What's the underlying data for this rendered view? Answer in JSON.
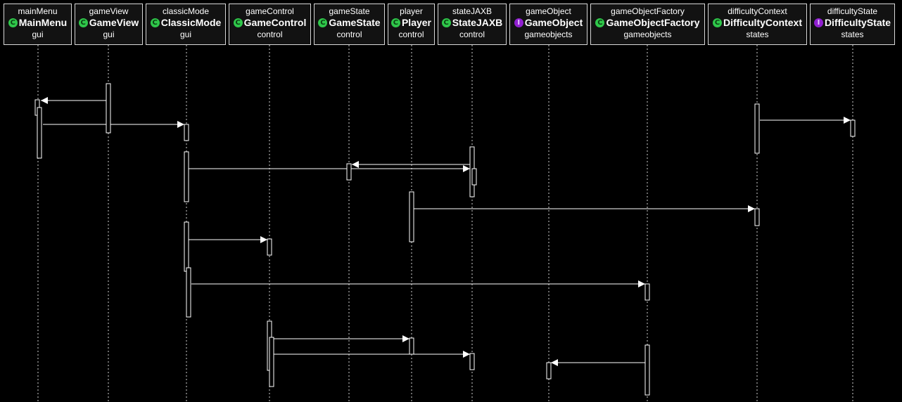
{
  "colors": {
    "background": "#000000",
    "line": "#ffffff",
    "class_badge": "#2fc74a",
    "interface_badge": "#9020d0"
  },
  "participants": [
    {
      "id": "mainMenu",
      "instance": "mainMenu",
      "class": "MainMenu",
      "package": "gui",
      "kind": "C",
      "kind_icon": "class-icon"
    },
    {
      "id": "gameView",
      "instance": "gameView",
      "class": "GameView",
      "package": "gui",
      "kind": "C",
      "kind_icon": "class-icon"
    },
    {
      "id": "classicMode",
      "instance": "classicMode",
      "class": "ClassicMode",
      "package": "gui",
      "kind": "C",
      "kind_icon": "class-icon"
    },
    {
      "id": "gameControl",
      "instance": "gameControl",
      "class": "GameControl",
      "package": "control",
      "kind": "C",
      "kind_icon": "class-icon"
    },
    {
      "id": "gameState",
      "instance": "gameState",
      "class": "GameState",
      "package": "control",
      "kind": "C",
      "kind_icon": "class-icon"
    },
    {
      "id": "player",
      "instance": "player",
      "class": "Player",
      "package": "control",
      "kind": "C",
      "kind_icon": "class-icon"
    },
    {
      "id": "stateJAXB",
      "instance": "stateJAXB",
      "class": "StateJAXB",
      "package": "control",
      "kind": "C",
      "kind_icon": "class-icon"
    },
    {
      "id": "gameObject",
      "instance": "gameObject",
      "class": "GameObject",
      "package": "gameobjects",
      "kind": "I",
      "kind_icon": "interface-icon"
    },
    {
      "id": "gameObjectFactory",
      "instance": "gameObjectFactory",
      "class": "GameObjectFactory",
      "package": "gameobjects",
      "kind": "C",
      "kind_icon": "class-icon"
    },
    {
      "id": "difficultyContext",
      "instance": "difficultyContext",
      "class": "DifficultyContext",
      "package": "states",
      "kind": "C",
      "kind_icon": "class-icon"
    },
    {
      "id": "difficultyState",
      "instance": "difficultyState",
      "class": "DifficultyState",
      "package": "states",
      "kind": "I",
      "kind_icon": "interface-icon"
    }
  ],
  "messages": [
    {
      "from": "gameView",
      "to": "mainMenu"
    },
    {
      "from": "mainMenu",
      "to": "classicMode"
    },
    {
      "from": "difficultyContext",
      "to": "difficultyState"
    },
    {
      "from": "stateJAXB",
      "to": "gameState"
    },
    {
      "from": "classicMode",
      "to": "stateJAXB"
    },
    {
      "from": "player",
      "to": "difficultyContext"
    },
    {
      "from": "classicMode",
      "to": "gameControl"
    },
    {
      "from": "classicMode",
      "to": "gameObjectFactory"
    },
    {
      "from": "gameControl",
      "to": "player"
    },
    {
      "from": "gameControl",
      "to": "stateJAXB"
    },
    {
      "from": "gameObjectFactory",
      "to": "gameObject"
    }
  ]
}
